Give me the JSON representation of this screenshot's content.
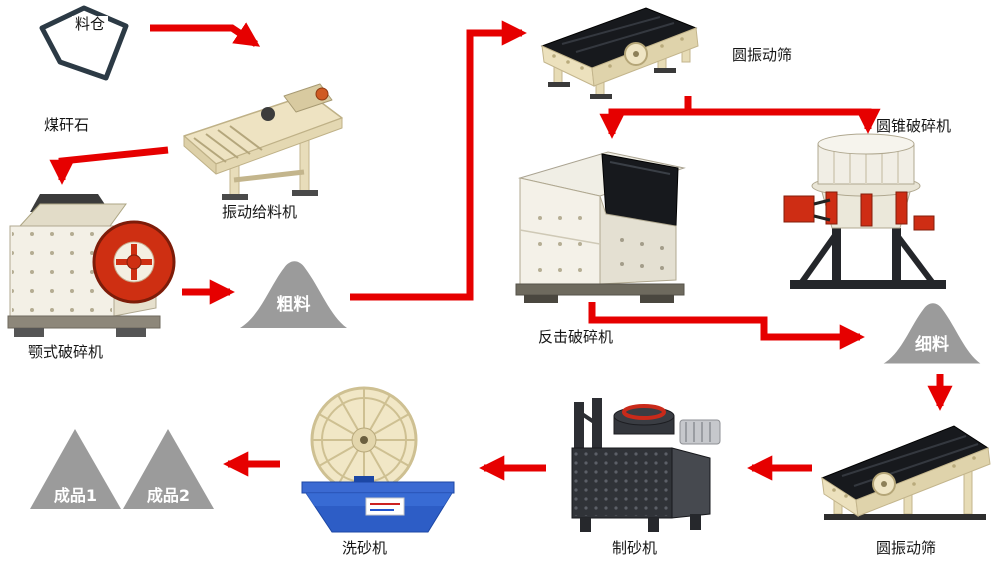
{
  "diagram": {
    "type": "process-flow",
    "colors": {
      "arrow": "#e60000",
      "pile": "#9b9b9b",
      "label": "#151515",
      "background": "#ffffff"
    },
    "nodes": {
      "hopper": {
        "label": "料仓"
      },
      "material": {
        "label": "煤矸石"
      },
      "vibrating_feeder": {
        "label": "振动给料机"
      },
      "jaw_crusher": {
        "label": "颚式破碎机"
      },
      "coarse_pile": {
        "label": "粗料"
      },
      "circular_screen_top": {
        "label": "圆振动筛"
      },
      "impact_crusher": {
        "label": "反击破碎机"
      },
      "cone_crusher": {
        "label": "圆锥破碎机"
      },
      "fine_pile": {
        "label": "细料"
      },
      "circular_screen_bottom": {
        "label": "圆振动筛"
      },
      "sand_maker": {
        "label": "制砂机"
      },
      "sand_washer": {
        "label": "洗砂机"
      },
      "product_1": {
        "label": "成品1"
      },
      "product_2": {
        "label": "成品2"
      }
    },
    "flows": [
      {
        "from": "hopper",
        "to": "vibrating_feeder"
      },
      {
        "from": "vibrating_feeder",
        "to": "jaw_crusher"
      },
      {
        "from": "jaw_crusher",
        "to": "coarse_pile"
      },
      {
        "from": "coarse_pile",
        "to": "circular_screen_top"
      },
      {
        "from": "circular_screen_top",
        "to": "impact_crusher"
      },
      {
        "from": "circular_screen_top",
        "to": "cone_crusher"
      },
      {
        "from": "impact_crusher",
        "to": "fine_pile"
      },
      {
        "from": "fine_pile",
        "to": "circular_screen_bottom"
      },
      {
        "from": "circular_screen_bottom",
        "to": "sand_maker"
      },
      {
        "from": "sand_maker",
        "to": "sand_washer"
      },
      {
        "from": "sand_washer",
        "to": "product_1"
      },
      {
        "from": "sand_washer",
        "to": "product_2"
      }
    ]
  }
}
